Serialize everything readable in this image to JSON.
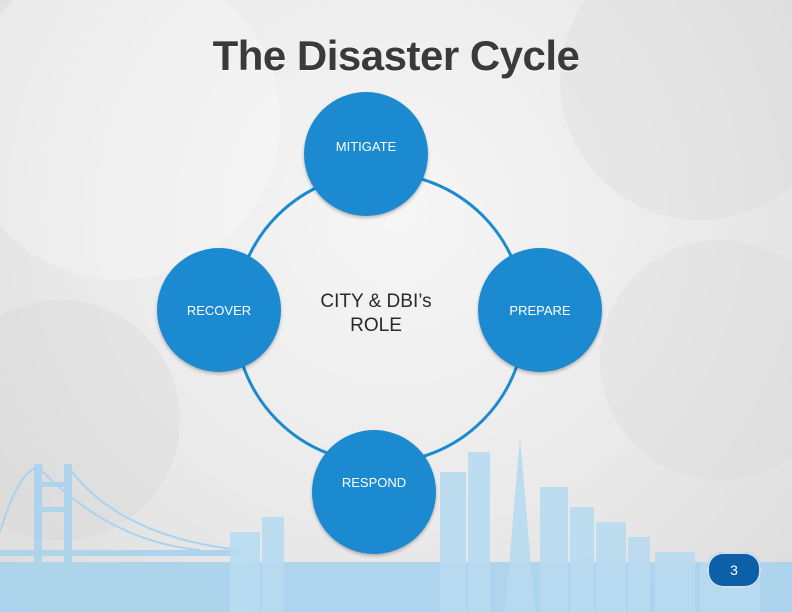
{
  "slide": {
    "title": "The Disaster Cycle",
    "center_label": "CITY & DBI’s ROLE",
    "page_number": "3"
  },
  "cycle": {
    "top": "MITIGATE",
    "right": "PREPARE",
    "bottom": "RESPOND",
    "left": "RECOVER"
  },
  "colors": {
    "node_fill": "#1b8ad0",
    "ring_stroke": "#1b8ad0",
    "title_text": "#3a3a3a",
    "skyline": "#9fcdea",
    "page_badge": "#0d5fa8"
  }
}
